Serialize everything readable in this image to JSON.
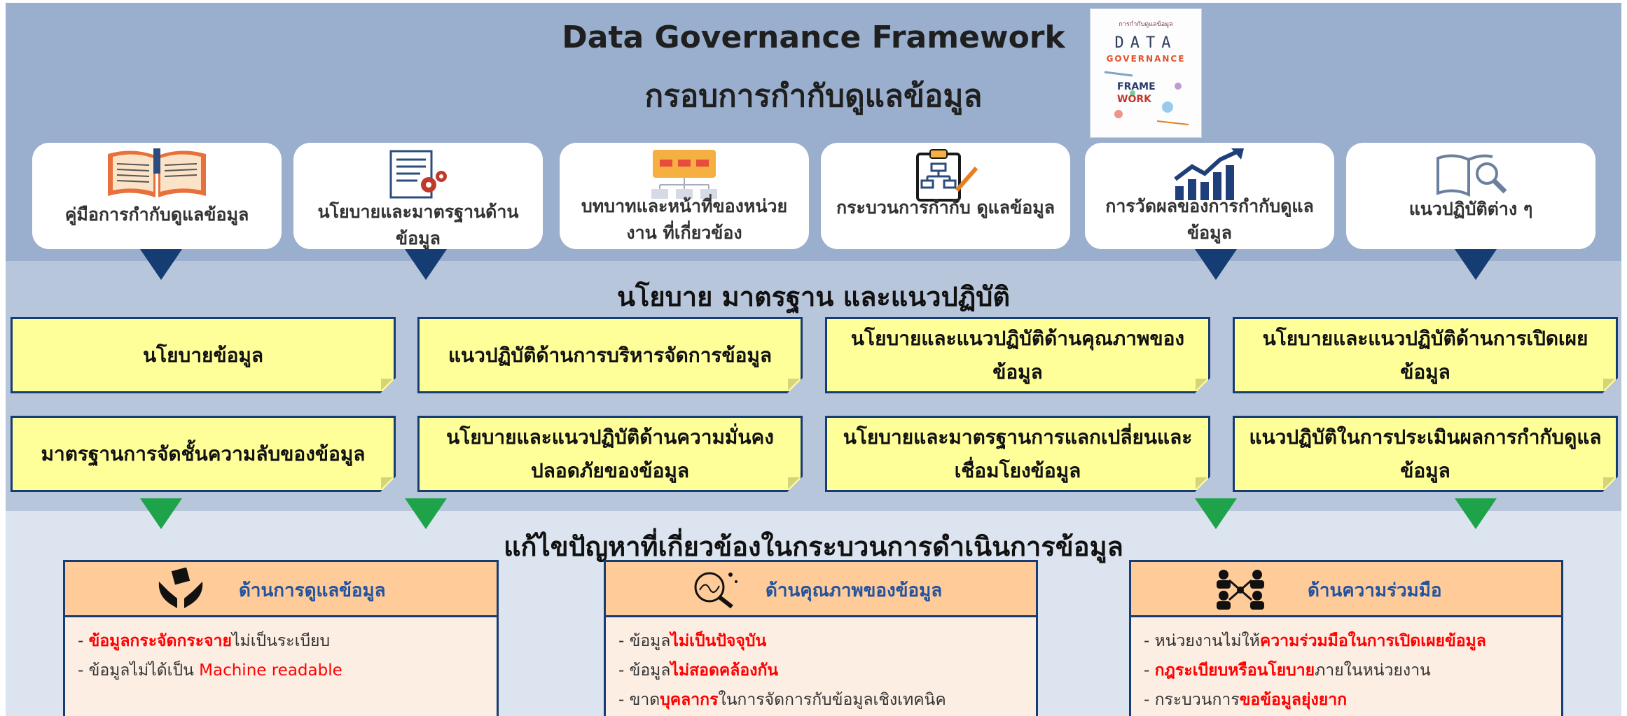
{
  "title_en": "Data Governance Framework",
  "title_th": "กรอบการกำกับดูแลข้อมูล",
  "cover": {
    "top_text": "การกำกับดูแลข้อมูล",
    "line1": "DATA",
    "line2": "GOVERNANCE",
    "line3": "FRAME",
    "line4": "WORK"
  },
  "cards": [
    {
      "label": "คู่มือการกำกับดูแลข้อมูล",
      "icon": "open-book-icon"
    },
    {
      "label": "นโยบายและมาตรฐานด้านข้อมูล",
      "icon": "document-gears-icon"
    },
    {
      "label": "บทบาทและหน้าที่ของหน่วยงาน ที่เกี่ยวข้อง",
      "icon": "org-chart-icon"
    },
    {
      "label": "กระบวนการกำกับ ดูแลข้อมูล",
      "icon": "clipboard-flowchart-icon"
    },
    {
      "label": "การวัดผลของการกำกับดูแล ข้อมูล",
      "icon": "bar-chart-arrow-icon"
    },
    {
      "label": "แนวปฏิบัติต่าง ๆ",
      "icon": "book-magnifier-icon"
    }
  ],
  "section1": "นโยบาย มาตรฐาน และแนวปฏิบัติ",
  "notes": [
    "นโยบายข้อมูล",
    "แนวปฏิบัติด้านการบริหารจัดการข้อมูล",
    "นโยบายและแนวปฏิบัติด้านคุณภาพของข้อมูล",
    "นโยบายและแนวปฏิบัติด้านการเปิดเผยข้อมูล",
    "มาตรฐานการจัดชั้นความลับของข้อมูล",
    "นโยบายและแนวปฏิบัติด้านความมั่นคง ปลอดภัยของข้อมูล",
    "นโยบายและมาตรฐานการแลกเปลี่ยนและ เชื่อมโยงข้อมูล",
    "แนวปฏิบัติในการประเมินผลการกำกับดูแล ข้อมูล"
  ],
  "section2": "แก้ไขปัญหาที่เกี่ยวข้องในกระบวนการดำเนินการข้อมูล",
  "boxes": [
    {
      "title": "ด้านการดูแลข้อมูล",
      "icon": "hands-box-icon",
      "items": [
        {
          "p1": "- ",
          "r": "ข้อมูลกระจัดกระจาย",
          "p2": "ไม่เป็นระเบียบ"
        },
        {
          "p1": "- ข้อมูลไม่ได้เป็น ",
          "r": "Machine readable",
          "p2": ""
        }
      ]
    },
    {
      "title": "ด้านคุณภาพของข้อมูล",
      "icon": "magnifier-analysis-icon",
      "items": [
        {
          "p1": "- ข้อมูล",
          "r": "ไม่เป็นปัจจุบัน",
          "p2": ""
        },
        {
          "p1": "- ข้อมูล",
          "r": "ไม่สอดคล้องกัน",
          "p2": ""
        },
        {
          "p1": "- ขาด",
          "r": "บุคลากร",
          "p2": "ในการจัดการกับข้อมูลเชิงเทคนิค"
        }
      ]
    },
    {
      "title": "ด้านความร่วมมือ",
      "icon": "team-network-icon",
      "items": [
        {
          "p1": "- หน่วยงานไม่ให้",
          "r": "ความร่วมมือในการเปิดเผยข้อมูล",
          "p2": ""
        },
        {
          "p1": "- ",
          "r": "กฎระเบียบหรือนโยบาย",
          "p2": "ภายในหน่วยงาน"
        },
        {
          "p1": "- กระบวนการ",
          "r": "ขอข้อมูลยุ่งยาก",
          "p2": ""
        }
      ]
    }
  ],
  "colors": {
    "band_top": "#9aafcd",
    "band_mid": "#b8c6dc",
    "band_bottom": "#dce4ef",
    "chevron_blue": "#163c74",
    "chevron_green": "#1fa34a",
    "note_fill": "#ffff99",
    "box_header": "#ffcc99",
    "highlight_red": "#ff0000"
  }
}
